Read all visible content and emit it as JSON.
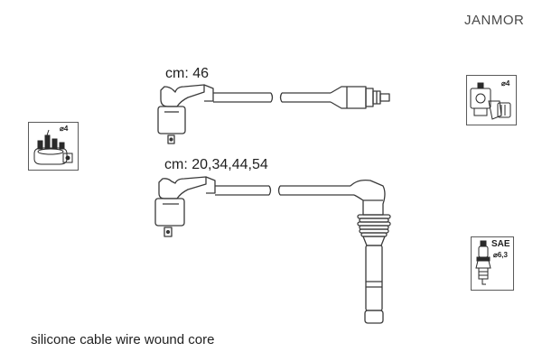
{
  "brand": "JANMOR",
  "cable_top_label": "cm: 46",
  "cable_mid_label": "cm: 20,34,44,54",
  "footer_caption": "silicone cable wire wound core",
  "left_box": {
    "diameter": "⌀4"
  },
  "right_top_box": {
    "diameter": "⌀4"
  },
  "right_bottom_box": {
    "standard": "SAE",
    "diameter": "⌀6,3"
  },
  "colors": {
    "line": "#3a3a3a",
    "border": "#5a5a5a",
    "text": "#1f1f1f",
    "background": "#ffffff"
  }
}
